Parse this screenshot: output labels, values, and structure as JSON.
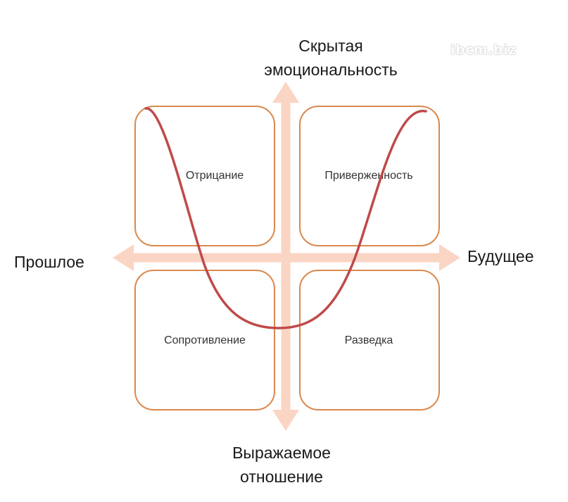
{
  "axes": {
    "top": [
      "Скрытая",
      "эмоциональность"
    ],
    "bottom": [
      "Выражаемое",
      "отношение"
    ],
    "left": "Прошлое",
    "right": "Будущее"
  },
  "quadrants": {
    "top_left": "Отрицание",
    "top_right": "Приверженность",
    "bottom_left": "Сопротивление",
    "bottom_right": "Разведка"
  },
  "watermark": "ibcm.biz",
  "colors": {
    "box_border": "#d9894e",
    "arrow": "#fbd5c4",
    "curve": "#bf4a4a"
  }
}
